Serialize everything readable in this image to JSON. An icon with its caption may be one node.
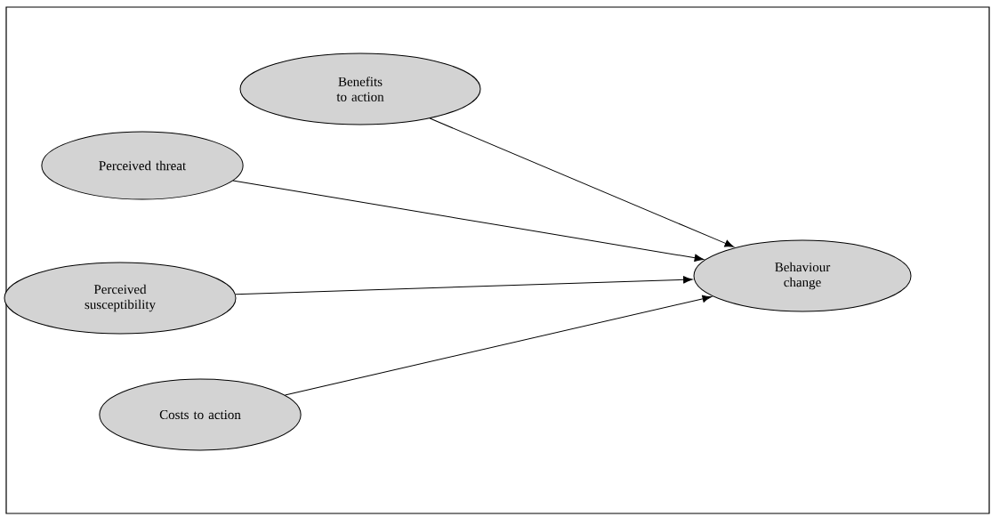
{
  "diagram": {
    "nodes": [
      {
        "text": [
          "Benefits to action"
        ]
      },
      {
        "text": [
          "Perceived threat"
        ]
      },
      {
        "text": [
          "Perceived susceptibility"
        ]
      },
      {
        "text": [
          "Costs to action"
        ]
      },
      {
        "text": [
          "Behaviour change"
        ]
      }
    ],
    "edges": [
      {
        "from": 0,
        "to": 4,
        "arrow": "to"
      },
      {
        "from": 1,
        "to": 4,
        "arrow": "to"
      },
      {
        "from": 2,
        "to": 4,
        "arrow": "to"
      },
      {
        "from": 3,
        "to": 4,
        "arrow": "to"
      }
    ]
  }
}
